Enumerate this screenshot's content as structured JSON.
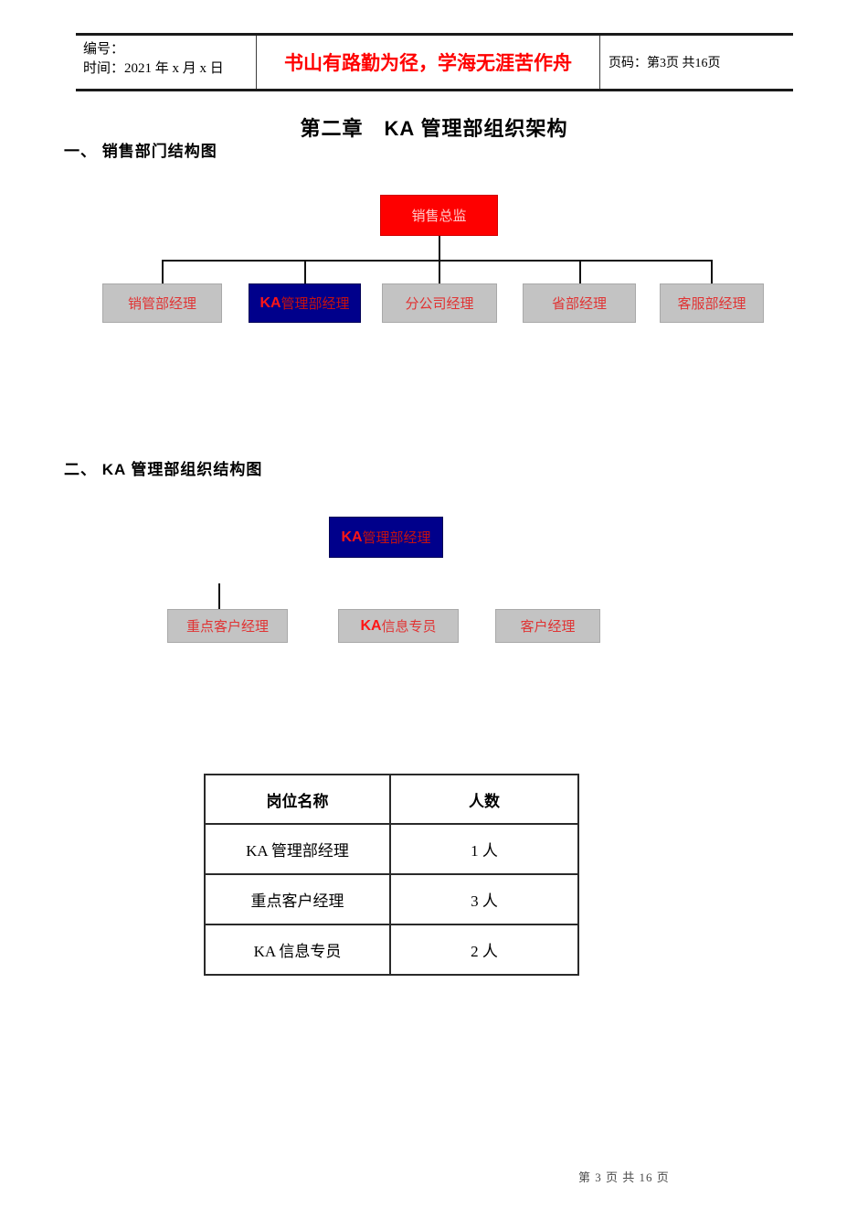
{
  "header": {
    "number_label": "编号：",
    "time_label": "时间：2021 年 x 月 x 日",
    "motto": "书山有路勤为径，学海无涯苦作舟",
    "page_info": "页码：第3页 共16页"
  },
  "title": "第二章　KA 管理部组织架构",
  "section1": {
    "heading": "一、 销售部门结构图"
  },
  "section2": {
    "heading": "二、 KA 管理部组织结构图"
  },
  "org_chart_sales": {
    "root": "销售总监",
    "children": [
      {
        "label": "销管部经理"
      },
      {
        "ka": "KA",
        "label": " 管理部经理"
      },
      {
        "label": "分公司经理"
      },
      {
        "label": "省部经理"
      },
      {
        "label": "客服部经理"
      }
    ]
  },
  "org_chart_ka": {
    "root": {
      "ka": "KA",
      "label": " 管理部经理"
    },
    "children": [
      {
        "label": "重点客户经理"
      },
      {
        "ka": "KA",
        "label": " 信息专员"
      },
      {
        "label": "客户经理"
      }
    ]
  },
  "staff_table": {
    "headers": [
      "岗位名称",
      "人数"
    ],
    "rows": [
      {
        "position": "KA 管理部经理",
        "count": "1 人"
      },
      {
        "position": "重点客户经理",
        "count": "3 人"
      },
      {
        "position": "KA 信息专员",
        "count": "2 人"
      }
    ]
  },
  "footer": {
    "page_text": "第 3 页 共 16 页"
  },
  "colors": {
    "red-box": "#fe0000",
    "red-box-text": "#ffc9c9",
    "navy-box": "#00008b",
    "navy-box-text": "#c41111",
    "ka-red": "#ff1616",
    "gray-box": "#c3c3c3",
    "gray-box-border": "#a9a9a9",
    "box-text-red": "#e03434",
    "motto-red": "#ff0000",
    "line-color": "#111111"
  }
}
